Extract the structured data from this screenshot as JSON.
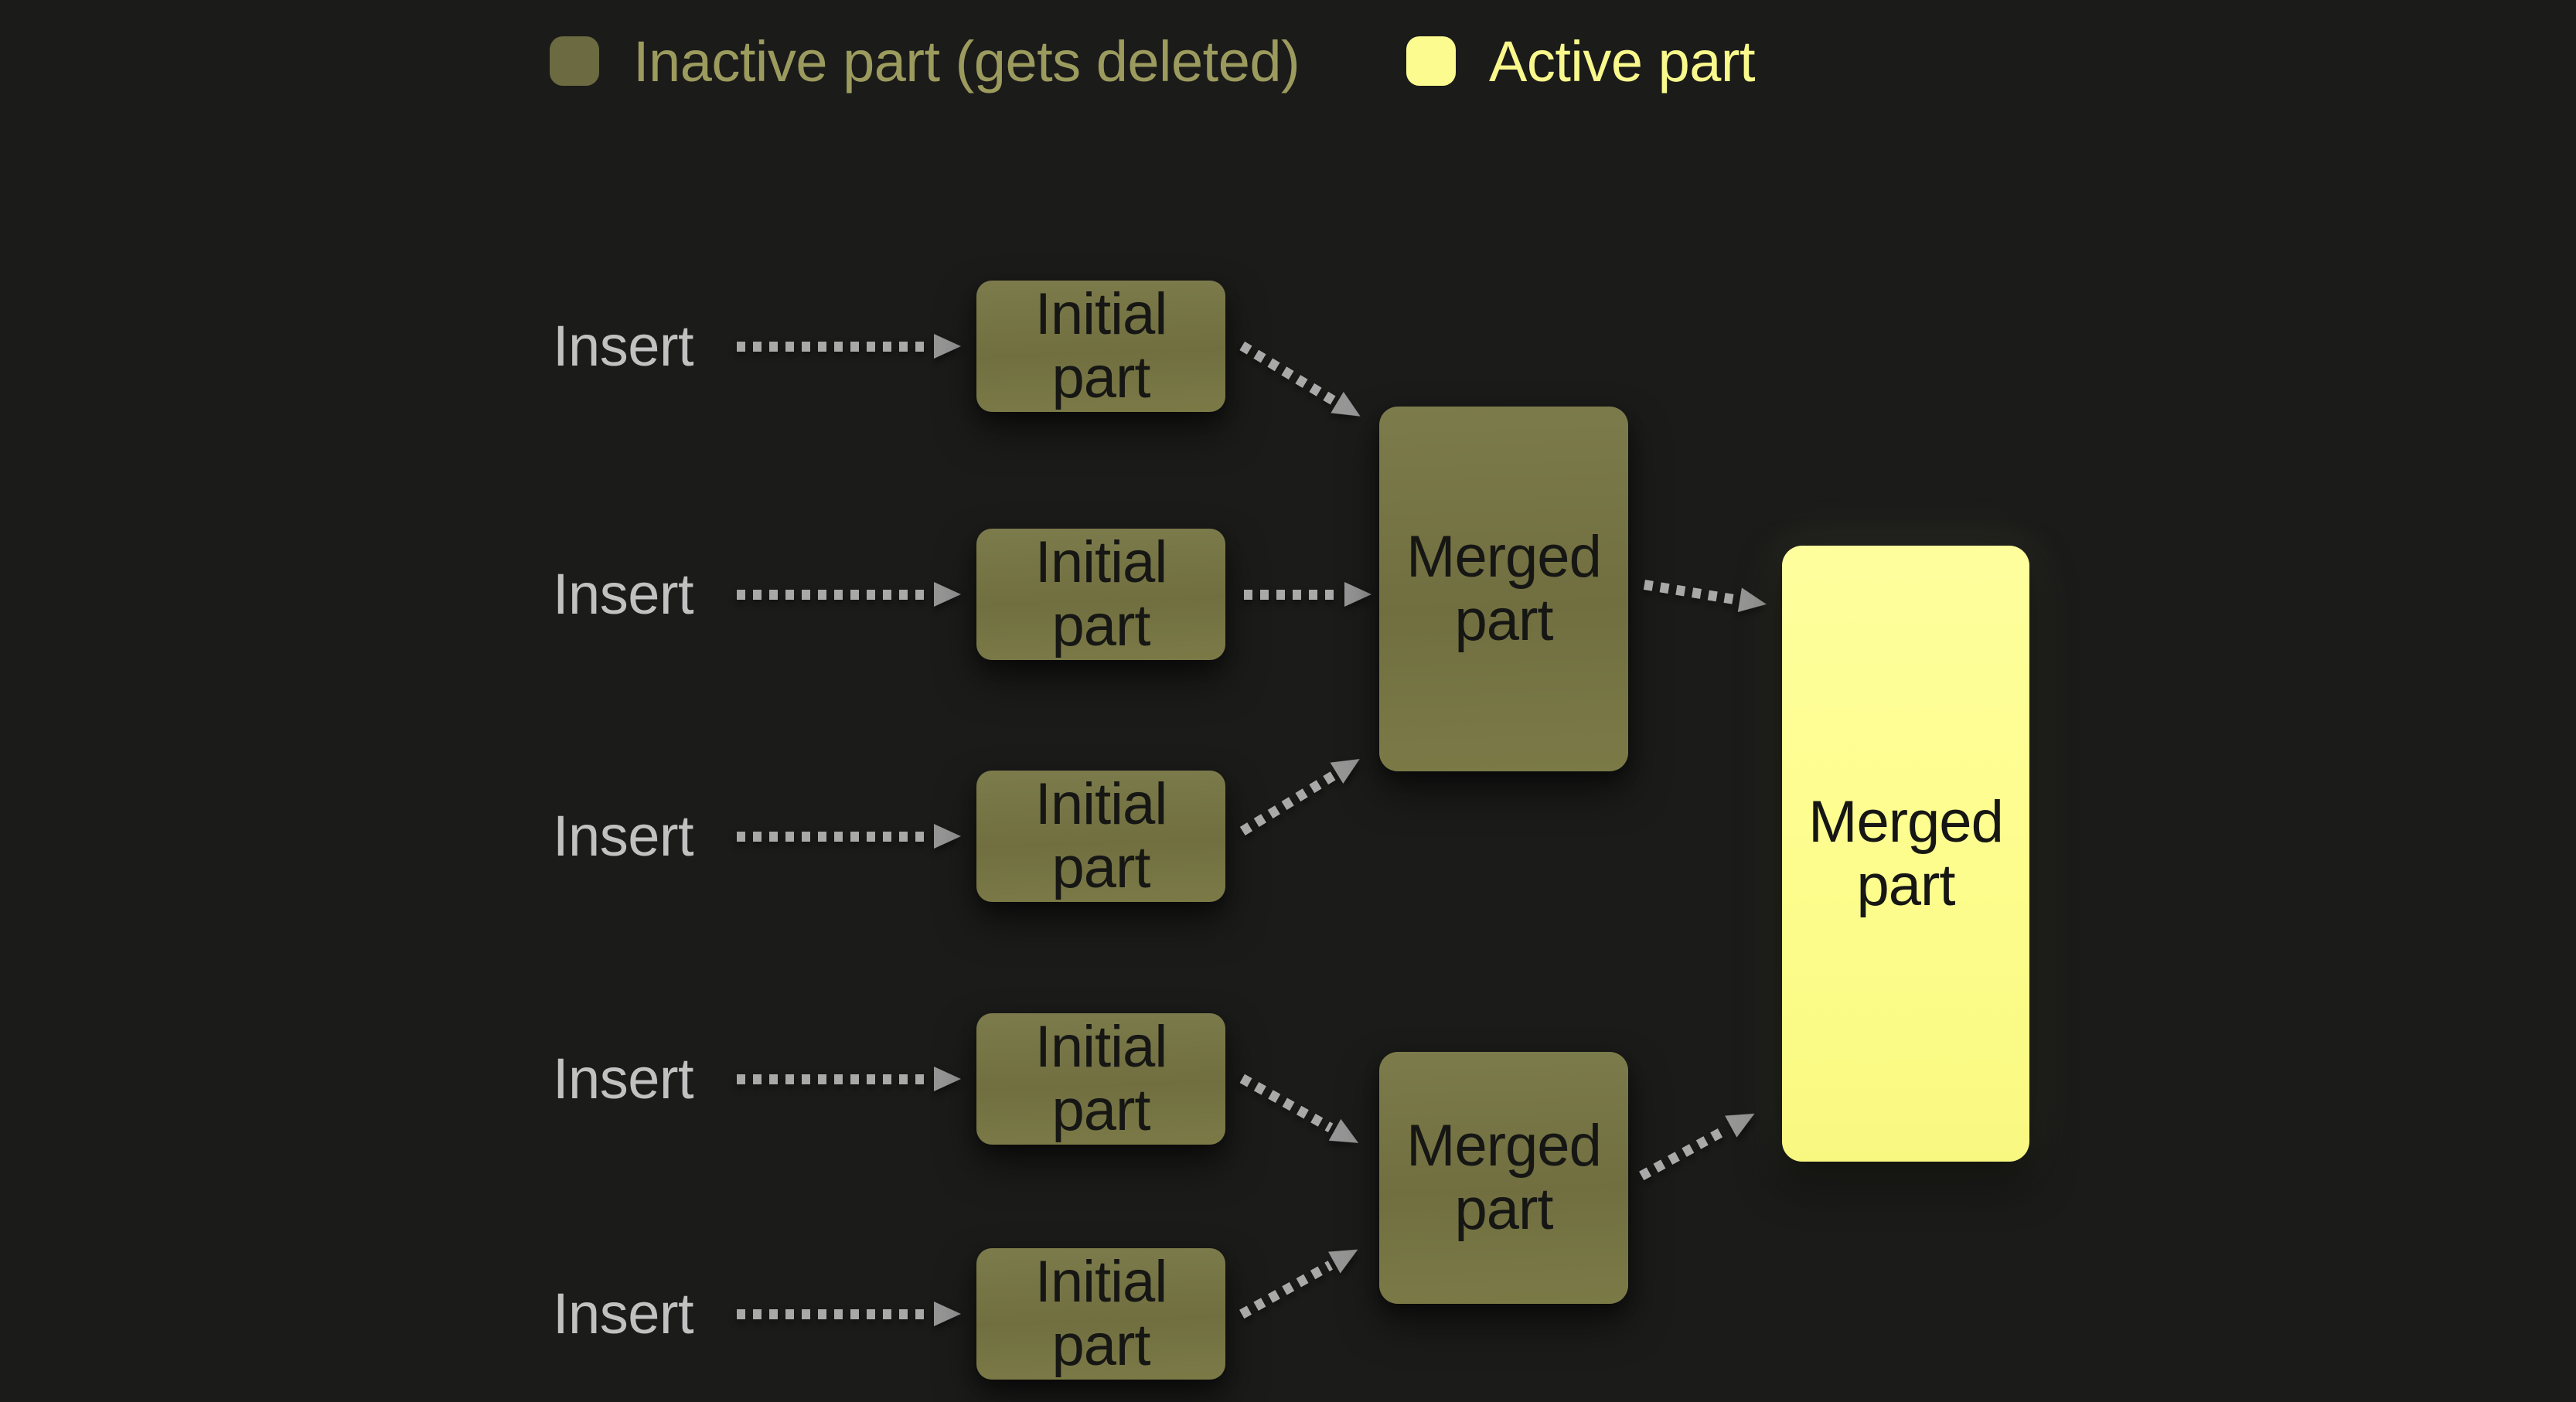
{
  "legend": {
    "inactive": {
      "label": "Inactive part (gets deleted)"
    },
    "active": {
      "label": "Active part"
    }
  },
  "flow": {
    "insert_rows": [
      {
        "insert_label": "Insert",
        "part_label": "Initial part"
      },
      {
        "insert_label": "Insert",
        "part_label": "Initial part"
      },
      {
        "insert_label": "Insert",
        "part_label": "Initial part"
      },
      {
        "insert_label": "Insert",
        "part_label": "Initial part"
      },
      {
        "insert_label": "Insert",
        "part_label": "Initial part"
      }
    ],
    "intermediate_merges": [
      {
        "label": "Merged part",
        "state": "inactive"
      },
      {
        "label": "Merged part",
        "state": "inactive"
      }
    ],
    "final_merge": {
      "label": "Merged part",
      "state": "active"
    }
  },
  "colors": {
    "background": "#1b1b1a",
    "inactive_fill": "#74733f",
    "active_fill": "#fdfd8e",
    "inactive_legend_text": "#9c9b5e",
    "active_legend_text": "#f8f88c",
    "insert_text": "#c1c1c1",
    "box_text": "#161614",
    "arrow": "#a9a9a9"
  }
}
